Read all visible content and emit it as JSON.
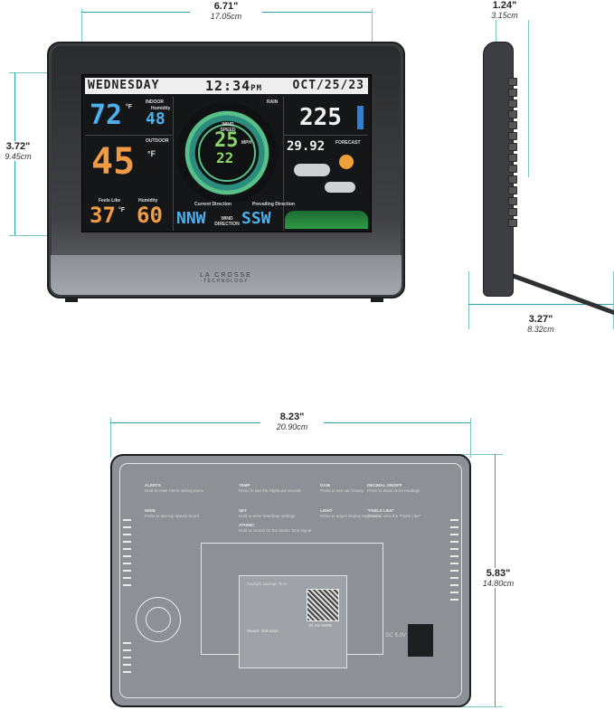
{
  "dimensions": {
    "front_width": {
      "in": "6.71\"",
      "cm": "17.05cm"
    },
    "front_height": {
      "in": "3.72\"",
      "cm": "9.45cm"
    },
    "side_top": {
      "in": "1.24\"",
      "cm": "3.15cm"
    },
    "side_bottom": {
      "in": "3.27\"",
      "cm": "8.32cm"
    },
    "back_width": {
      "in": "8.23\"",
      "cm": "20.90cm"
    },
    "back_height": {
      "in": "5.83\"",
      "cm": "14.80cm"
    }
  },
  "screen": {
    "day": "WEDNESDAY",
    "time": "12:34",
    "time_suffix": "PM",
    "date": "OCT/25/23",
    "indoor_label": "INDOOR",
    "indoor_temp": "72",
    "indoor_temp_unit": "°F",
    "humidity_label": "Humidity",
    "indoor_humidity": "48",
    "outdoor_label": "OUTDOOR",
    "outdoor_temp": "45",
    "outdoor_temp_unit": "°F",
    "feels_like_label": "Feels Like",
    "feels_like": "37",
    "feels_like_unit": "°F",
    "outdoor_humidity_label": "Humidity",
    "outdoor_humidity": "60",
    "wind_speed_label": "WIND SPEED",
    "wind_speed": "25",
    "wind_gust": "22",
    "wind_unit": "MPH",
    "current_direction_label": "Current Direction",
    "current_direction": "NNW",
    "wind_direction_label": "WIND DIRECTION",
    "prevailing_direction_label": "Prevailing Direction",
    "prevailing_direction": "SSW",
    "rain_label": "RAIN",
    "rain_value": "225",
    "forecast_label": "FORECAST",
    "pressure": "29.92"
  },
  "brand": "LA CROSSE",
  "brand_sub": "TECHNOLOGY",
  "back": {
    "alerts_title": "ALERTS",
    "alerts_text": "Hold to enter Alerts setting menu",
    "temp_title": "TEMP",
    "temp_text": "Press to see the High/Low records",
    "rain_title": "RAIN",
    "rain_text": "Press to see rain history",
    "decimal_title": "DECIMAL ON/OFF",
    "decimal_text": "Press to show more readings",
    "wind_title": "WIND",
    "wind_text": "Press to see top speed record",
    "set_title": "SET",
    "set_text": "Hold to enter time/date settings",
    "light_title": "LIGHT",
    "light_text": "Press to adjust display brightness",
    "feels_title": "\"FEELS LIKE\"",
    "feels_text": "Press to view the \"Feels Like\"",
    "atomic_title": "ATOMIC",
    "atomic_text": "Hold to search for the atomic time signal",
    "label_title": "Daylight Savings Time",
    "model": "Model: 328-1410",
    "scan": "SCAN HERE",
    "dc": "DC 5.0V"
  }
}
